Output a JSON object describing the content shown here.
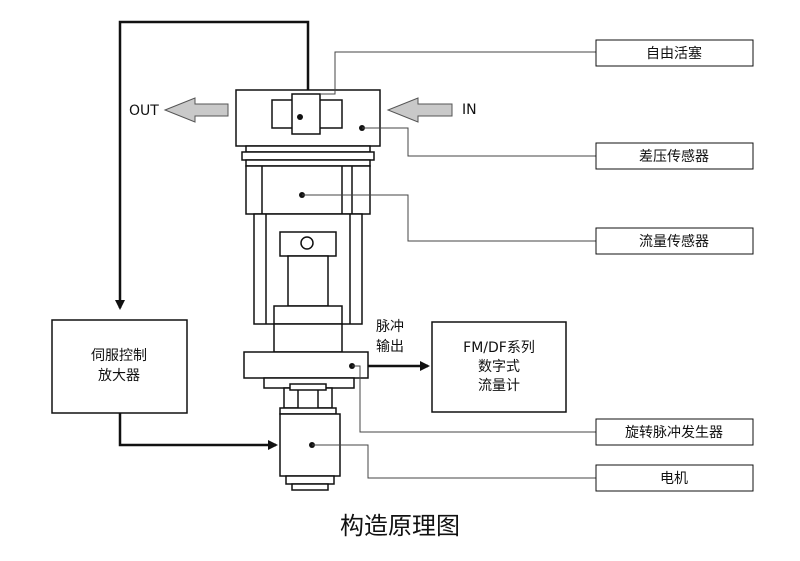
{
  "diagram": {
    "caption": "构造原理图",
    "flow_out": "OUT",
    "flow_in": "IN",
    "pulse_output": [
      "脉冲",
      "输出"
    ],
    "servo_box": [
      "伺服控制",
      "放大器"
    ],
    "meter_box": [
      "FM/DF系列",
      "数字式",
      "流量计"
    ],
    "callouts": {
      "free_piston": "自由活塞",
      "differential_pressure_sensor": "差压传感器",
      "flow_sensor": "流量传感器",
      "rotary_pulse_generator": "旋转脉冲发生器",
      "motor": "电机"
    }
  }
}
